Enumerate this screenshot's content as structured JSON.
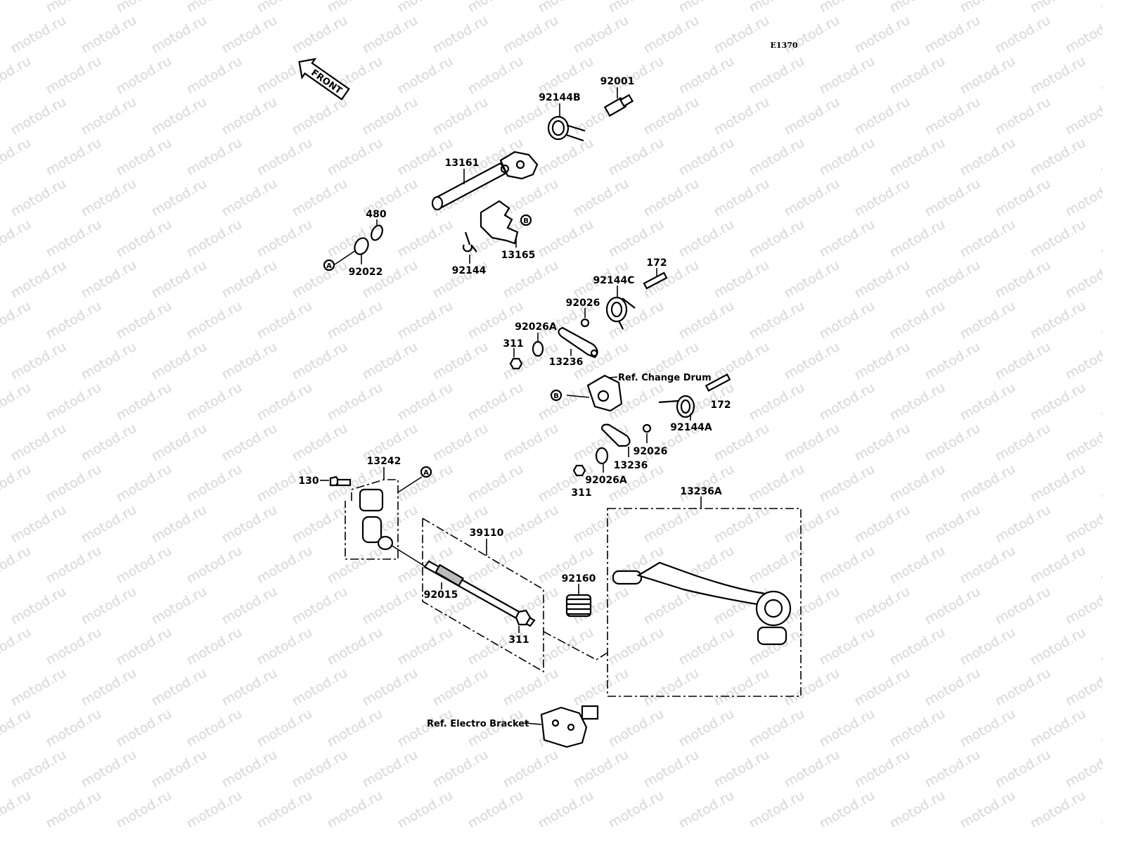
{
  "diagram_code": "E1370",
  "watermark": "motod.ru",
  "front_arrow": "FRONT",
  "ref_labels": {
    "change_drum": "Ref. Change Drum",
    "electro_bracket": "Ref. Electro Bracket"
  },
  "markers": {
    "a": "A",
    "b": "B"
  },
  "parts": {
    "p92144B": "92144B",
    "p92001": "92001",
    "p13161": "13161",
    "p480": "480",
    "p92022": "92022",
    "p92144": "92144",
    "p13165": "13165",
    "p172a": "172",
    "p92144C": "92144C",
    "p92026a": "92026",
    "p92026Aa": "92026A",
    "p311a": "311",
    "p13236a": "13236",
    "p172b": "172",
    "p92144A": "92144A",
    "p92026b": "92026",
    "p13236b": "13236",
    "p92026Ab": "92026A",
    "p311b": "311",
    "p13242": "13242",
    "p130": "130",
    "p13236A": "13236A",
    "p39110": "39110",
    "p92160": "92160",
    "p92015": "92015",
    "p311c": "311"
  }
}
